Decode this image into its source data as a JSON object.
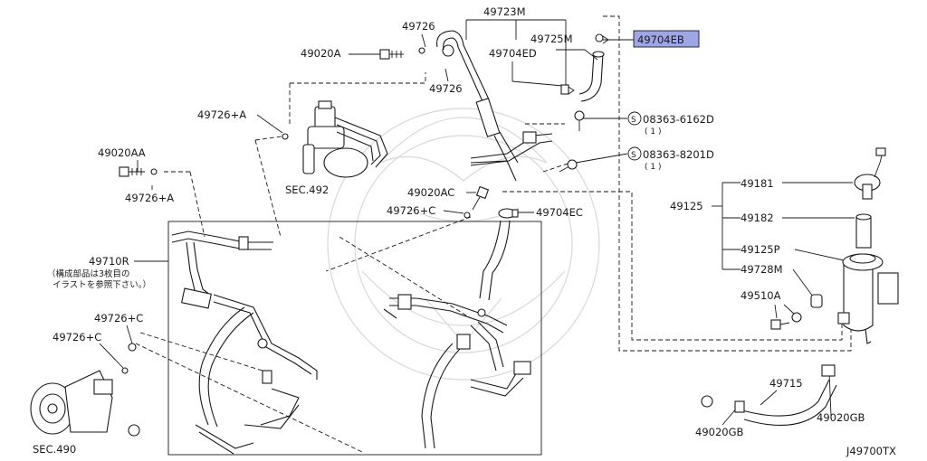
{
  "diagram_code": "J49700TX",
  "highlight_color": "#9ea6e6",
  "labels": {
    "l49726_top": "49726",
    "l49723M": "49723M",
    "l49020A": "49020A",
    "l49725M": "49725M",
    "l49704EB": "49704EB",
    "l49704ED": "49704ED",
    "l49726_mid": "49726",
    "l49726A_top": "49726+A",
    "l08363_6162D": "08363-6162D",
    "l08363_6162D_qty": "( 1 )",
    "l08363_8201D": "08363-8201D",
    "l08363_8201D_qty": "( 1 )",
    "l49020AA": "49020AA",
    "lSEC492": "SEC.492",
    "l49726A_left": "49726+A",
    "l49020AC": "49020AC",
    "l49181": "49181",
    "l49125": "49125",
    "l49726C_mid": "49726+C",
    "l49704EC": "49704EC",
    "l49182": "49182",
    "l49710R": "49710R",
    "l49710R_note1": "（構成部品は3枚目の",
    "l49710R_note2": "イラストを参照下さい。）",
    "l49125P": "49125P",
    "l49728M": "49728M",
    "l49510A": "49510A",
    "l49726C_a": "49726+C",
    "l49726C_b": "49726+C",
    "l49715": "49715",
    "lSEC490": "SEC.490",
    "l49020GB_left": "49020GB",
    "l49020GB_right": "49020GB",
    "s_symbol": "S"
  }
}
